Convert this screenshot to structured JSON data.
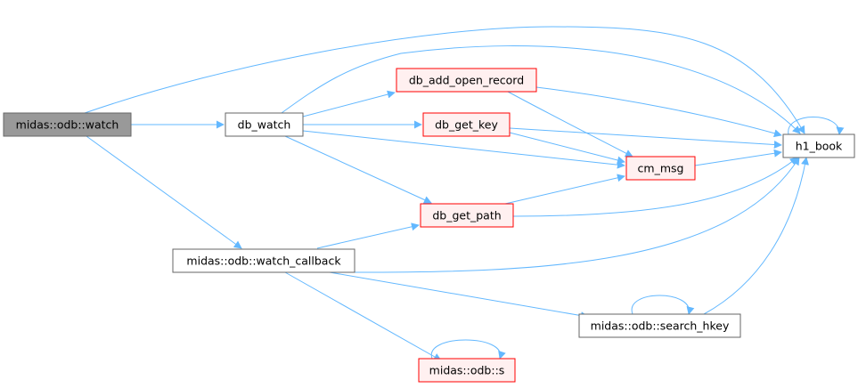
{
  "colors": {
    "edge": "#63b8ff",
    "root_fill": "#999999",
    "root_border": "#666666",
    "plain_fill": "#ffffff",
    "plain_border": "#666666",
    "link_fill": "#fff0f0",
    "link_border": "#ff0000"
  },
  "nodes": {
    "watch": {
      "label": "midas::odb::watch",
      "style": "root"
    },
    "db_watch": {
      "label": "db_watch",
      "style": "plain"
    },
    "db_add_open_record": {
      "label": "db_add_open_record",
      "style": "link"
    },
    "db_get_key": {
      "label": "db_get_key",
      "style": "link"
    },
    "cm_msg": {
      "label": "cm_msg",
      "style": "link"
    },
    "db_get_path": {
      "label": "db_get_path",
      "style": "link"
    },
    "h1_book": {
      "label": "h1_book",
      "style": "plain"
    },
    "watch_callback": {
      "label": "midas::odb::watch_callback",
      "style": "plain"
    },
    "search_hkey": {
      "label": "midas::odb::search_hkey",
      "style": "plain"
    },
    "s": {
      "label": "midas::odb::s",
      "style": "link"
    }
  }
}
